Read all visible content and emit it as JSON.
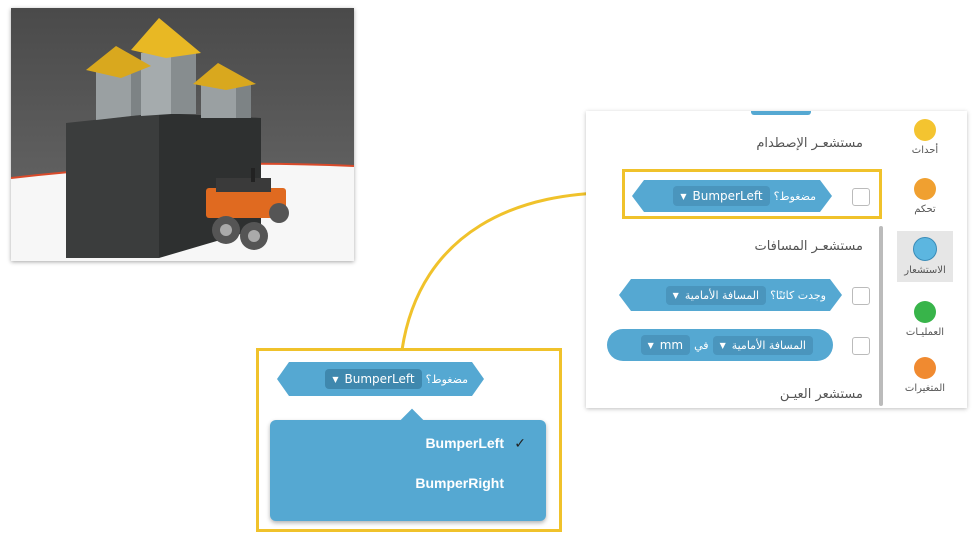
{
  "colors": {
    "highlight": "#f0c22b",
    "block_blue": "#55a8d2",
    "cat_events": "#f4c430",
    "cat_control": "#f0a030",
    "cat_sensing": "#5cb6e0",
    "cat_operators": "#38b44a",
    "cat_variables": "#f08a30"
  },
  "categories": [
    {
      "label": "أحداث",
      "icon": "events-dot"
    },
    {
      "label": "تحكم",
      "icon": "control-dot"
    },
    {
      "label": "الاستشعار",
      "icon": "sensing-dot"
    },
    {
      "label": "العمليـات",
      "icon": "operators-dot"
    },
    {
      "label": "المتغيرات",
      "icon": "variables-dot"
    }
  ],
  "sections": {
    "bumper": "مستشعـر الإصطدام",
    "distance": "مستشعـر المسافات",
    "eye": "مستشعر العيـن"
  },
  "blocks": {
    "bumper_pressed": {
      "text": "مضغوط؟",
      "dropdown": "BumperLeft"
    },
    "distance_found": {
      "text": "وجدت كائنًا؟",
      "dropdown": "المسافة الأمامية"
    },
    "distance_value": {
      "text": "في",
      "dropdown": "المسافة الأمامية",
      "unit": "mm"
    }
  },
  "popup": {
    "block_text": "مضغوط؟",
    "block_dropdown": "BumperLeft",
    "options": [
      "BumperLeft",
      "BumperRight"
    ],
    "selected": "BumperLeft",
    "check": "✓"
  }
}
